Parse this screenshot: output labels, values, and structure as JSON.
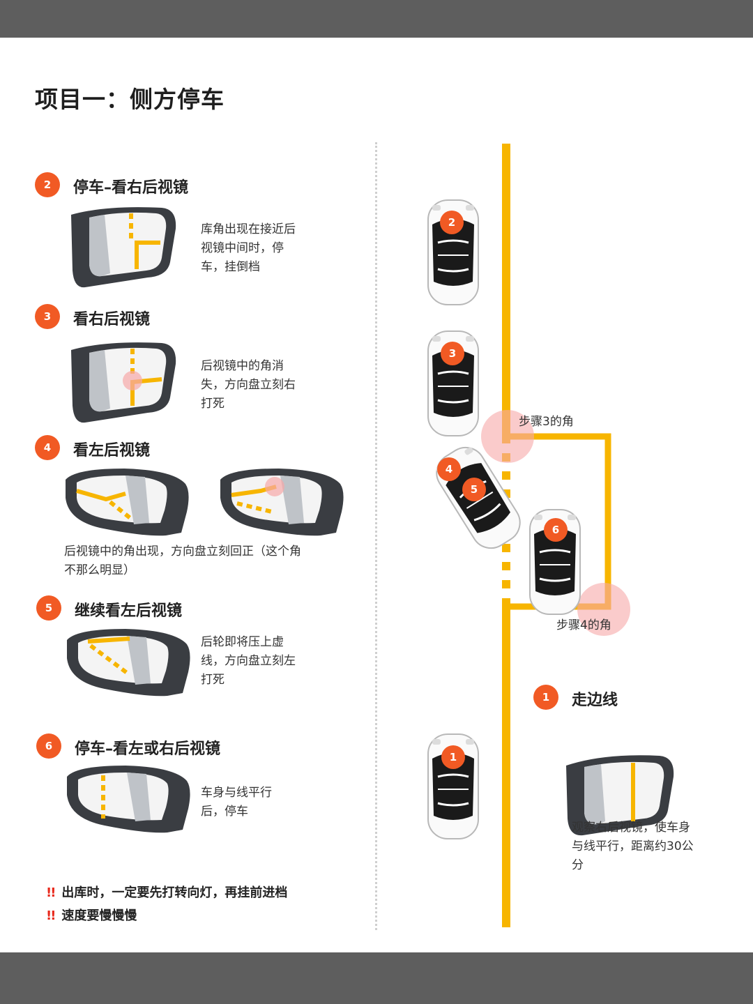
{
  "title": "项目一：侧方停车",
  "steps": [
    {
      "num": "2",
      "title": "停车–看右后视镜",
      "desc": [
        "库角出现在接近后",
        "视镜中间时，停",
        "车，挂倒档"
      ]
    },
    {
      "num": "3",
      "title": "看右后视镜",
      "desc": [
        "后视镜中的角消",
        "失，方向盘立刻右",
        "打死"
      ]
    },
    {
      "num": "4",
      "title": "看左后视镜",
      "desc": [
        "后视镜中的角出现，方向盘立刻回正（这个角",
        "不那么明显）"
      ]
    },
    {
      "num": "5",
      "title": "继续看左后视镜",
      "desc": [
        "后轮即将压上虚",
        "线，方向盘立刻左",
        "打死"
      ]
    },
    {
      "num": "6",
      "title": "停车–看左或右后视镜",
      "desc": [
        "车身与线平行",
        "后，停车"
      ]
    }
  ],
  "step1": {
    "num": "1",
    "title": "走边线",
    "desc": [
      "观察右后视镜，使车身",
      "与线平行，距离约30公",
      "分"
    ]
  },
  "diagram": {
    "corner3_label": "步骤3的角",
    "corner4_label": "步骤4的角",
    "car_labels": [
      "2",
      "3",
      "4",
      "5",
      "6",
      "1"
    ]
  },
  "warnings": [
    {
      "mark": "!!",
      "text": "出库时，一定要先打转向灯，再挂前进档"
    },
    {
      "mark": "!!",
      "text": "速度要慢慢慢"
    }
  ],
  "colors": {
    "accent": "#f15a24",
    "line": "#f7b500",
    "highlight": "#f7a8a8",
    "mirror": "#3a3d42"
  }
}
